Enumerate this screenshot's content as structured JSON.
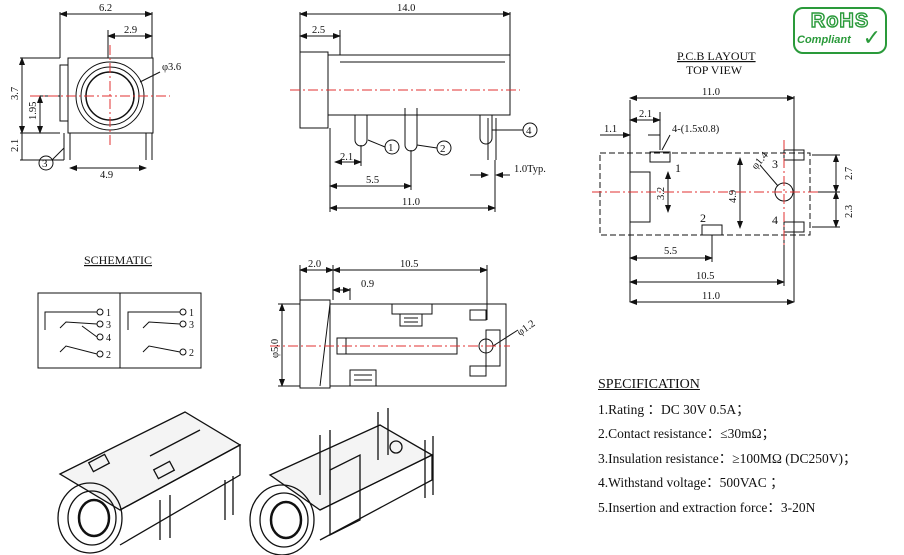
{
  "rohs": {
    "line1": "RoHS",
    "line2": "Compliant",
    "check": "✓"
  },
  "front_view": {
    "dim_top": "6.2",
    "dim_inner": "2.9",
    "dim_dia": "φ3.6",
    "dim_h1": "3.7",
    "dim_h2": "1.95",
    "dim_h3": "2.1",
    "dim_bottom": "4.9",
    "pin_label": "3"
  },
  "side_view": {
    "dim_total": "14.0",
    "dim_left": "2.5",
    "dim_21": "2.1",
    "dim_55": "5.5",
    "dim_110": "11.0",
    "dim_typ": "1.0Typ.",
    "pin1": "1",
    "pin2": "2",
    "pin4": "4"
  },
  "pcb": {
    "title": "P.C.B LAYOUT",
    "subtitle": "TOP VIEW",
    "dim_top": "11.0",
    "dim_21": "2.1",
    "dim_11": "1.1",
    "hole_note": "4-(1.5x0.8)",
    "dim_dia": "φ1.4",
    "dim_27": "2.7",
    "dim_32": "3.2",
    "dim_49": "4.9",
    "dim_23": "2.3",
    "dim_55": "5.5",
    "dim_105": "10.5",
    "dim_110b": "11.0",
    "p1": "1",
    "p2": "2",
    "p3": "3",
    "p4": "4"
  },
  "schematic": {
    "title": "SCHEMATIC",
    "left": [
      "1",
      "3",
      "4",
      "2"
    ],
    "right": [
      "1",
      "3",
      "2"
    ]
  },
  "top_view": {
    "dim_20": "2.0",
    "dim_105": "10.5",
    "dim_09": "0.9",
    "dim_50": "φ5.0",
    "dim_12": "φ1.2"
  },
  "specification": {
    "title": "SPECIFICATION",
    "items": [
      "1.Rating ：DC 30V 0.5A；",
      "2.Contact resistance：≤30mΩ；",
      "3.Insulation resistance：≥100MΩ (DC250V)；",
      "4.Withstand voltage：500VAC ；",
      "5.Insertion and extraction force：3-20N"
    ]
  }
}
